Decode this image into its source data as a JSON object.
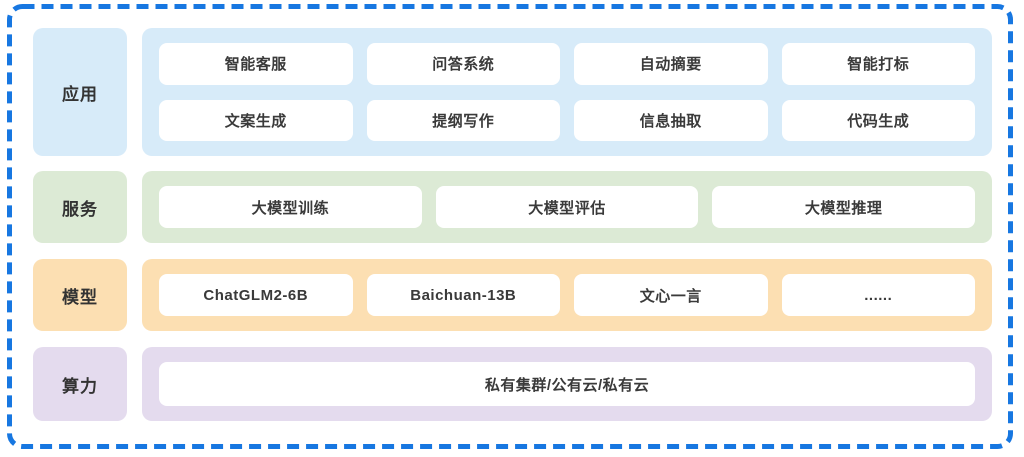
{
  "frame": {
    "border_color": "#1777e1"
  },
  "colors": {
    "app_layer": "#d7ebf9",
    "service_layer": "#dcead5",
    "model_layer": "#fcdfb2",
    "compute_layer": "#e4dbee",
    "item_background": "#ffffff",
    "item_text": "#3a3a3a"
  },
  "layers": [
    {
      "label": "应用",
      "items": [
        "智能客服",
        "问答系统",
        "自动摘要",
        "智能打标",
        "文案生成",
        "提纲写作",
        "信息抽取",
        "代码生成"
      ]
    },
    {
      "label": "服务",
      "items": [
        "大模型训练",
        "大模型评估",
        "大模型推理"
      ]
    },
    {
      "label": "模型",
      "items": [
        "ChatGLM2-6B",
        "Baichuan-13B",
        "文心一言",
        "......"
      ]
    },
    {
      "label": "算力",
      "items": [
        "私有集群/公有云/私有云"
      ]
    }
  ]
}
